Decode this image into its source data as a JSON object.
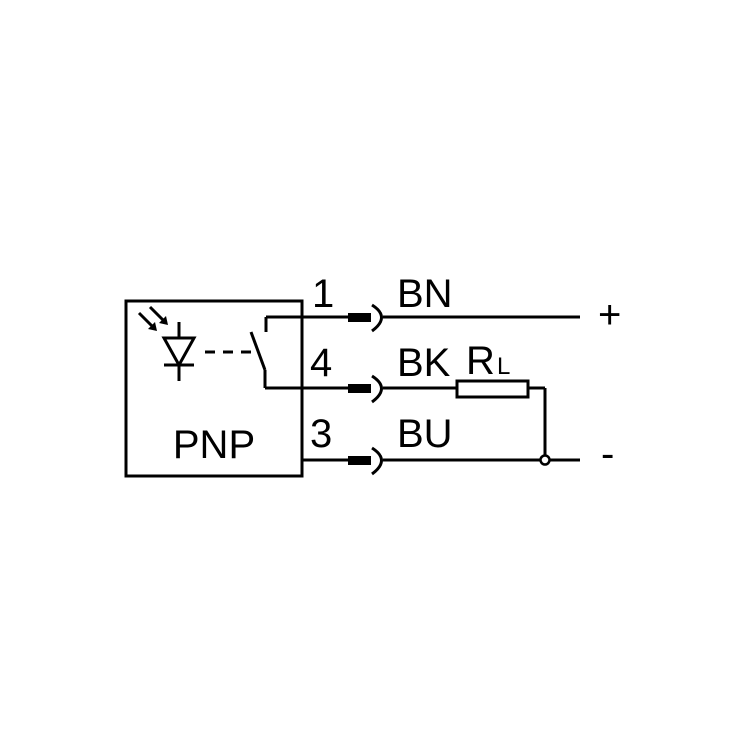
{
  "sensor": {
    "type_label": "PNP"
  },
  "pins": [
    {
      "number": "1",
      "wire": "BN"
    },
    {
      "number": "4",
      "wire": "BK"
    },
    {
      "number": "3",
      "wire": "BU"
    }
  ],
  "load": {
    "symbol": "R",
    "subscript": "L"
  },
  "supply": {
    "positive": "+",
    "negative": "-"
  },
  "colors": {
    "ink": "#000000",
    "background": "#ffffff"
  },
  "icons": [
    "light-receiver-arrows-icon",
    "photodiode-icon",
    "switch-contact-icon",
    "connector-plug-icon",
    "resistor-icon",
    "junction-dot-icon"
  ]
}
